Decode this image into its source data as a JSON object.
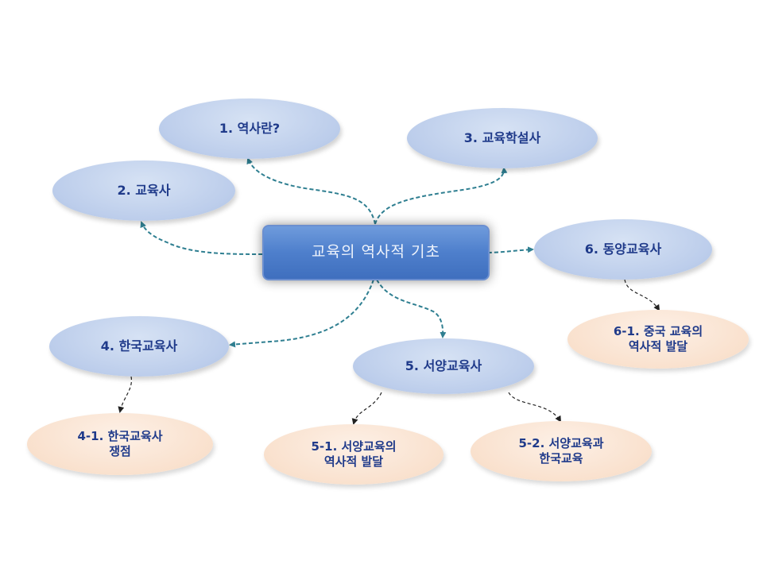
{
  "center": {
    "label": "교육의 역사적 기초"
  },
  "topics": [
    {
      "id": "n1",
      "label": "1. 역사란?"
    },
    {
      "id": "n2",
      "label": "2. 교육사"
    },
    {
      "id": "n3",
      "label": "3. 교육학설사"
    },
    {
      "id": "n4",
      "label": "4. 한국교육사"
    },
    {
      "id": "n5",
      "label": "5. 서양교육사"
    },
    {
      "id": "n6",
      "label": "6. 동양교육사"
    }
  ],
  "subtopics": [
    {
      "id": "n41",
      "line1": "4-1. 한국교육사",
      "line2": "쟁점"
    },
    {
      "id": "n51",
      "line1": "5-1. 서양교육의",
      "line2": "역사적 발달"
    },
    {
      "id": "n52",
      "line1": "5-2. 서양교육과",
      "line2": "한국교육"
    },
    {
      "id": "n61",
      "line1": "6-1. 중국 교육의",
      "line2": "역사적 발달"
    }
  ],
  "colors": {
    "topic_fill": "#bccdeb",
    "subtopic_fill": "#f9e0cc",
    "center_fill": "#4e7fcc",
    "text": "#1f3a8a",
    "main_connector": "#2f7f91",
    "sub_connector": "#222222"
  }
}
